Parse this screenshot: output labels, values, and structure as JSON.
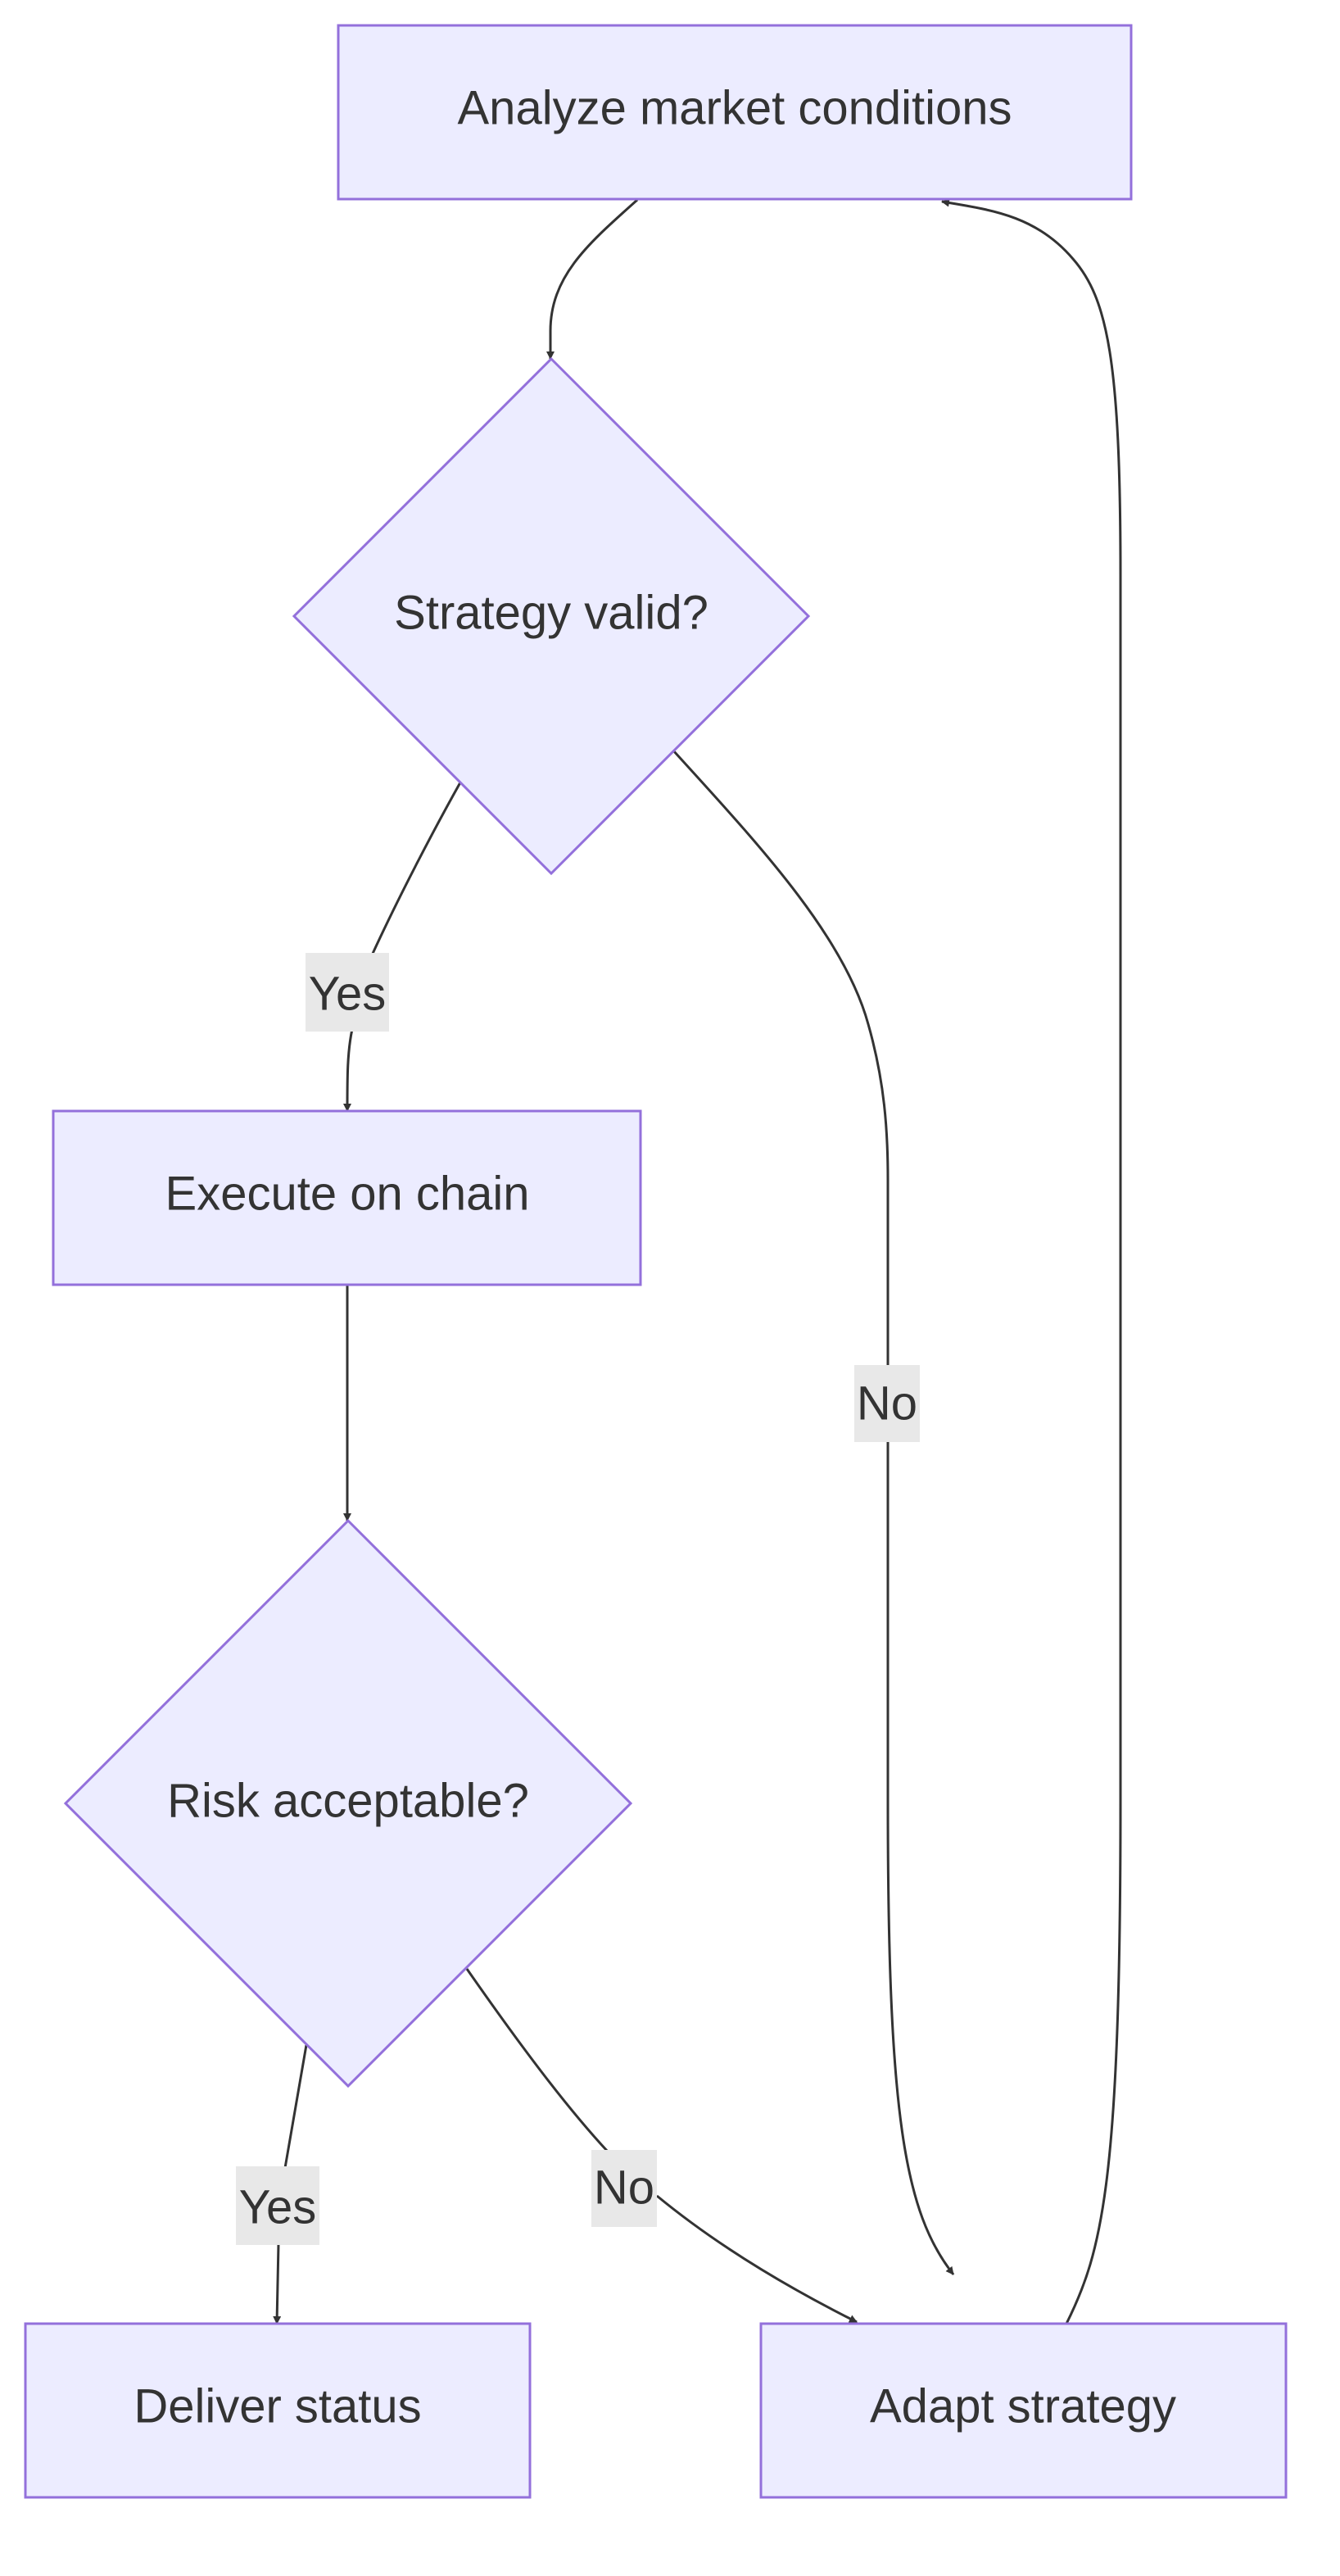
{
  "colors": {
    "node_fill": "#ececff",
    "node_stroke": "#9370db",
    "edge": "#333333",
    "label_bg": "#e8e8e8",
    "text": "#333333"
  },
  "nodes": {
    "analyze": {
      "label": "Analyze market conditions",
      "shape": "rectangle"
    },
    "strategy_valid": {
      "label": "Strategy valid?",
      "shape": "diamond"
    },
    "execute": {
      "label": "Execute on chain",
      "shape": "rectangle"
    },
    "risk_acceptable": {
      "label": "Risk acceptable?",
      "shape": "diamond"
    },
    "deliver": {
      "label": "Deliver status",
      "shape": "rectangle"
    },
    "adapt": {
      "label": "Adapt strategy",
      "shape": "rectangle"
    }
  },
  "edges": {
    "analyze_to_strategy": {
      "from": "Analyze market conditions",
      "to": "Strategy valid?",
      "label": ""
    },
    "strategy_yes": {
      "from": "Strategy valid?",
      "to": "Execute on chain",
      "label": "Yes"
    },
    "strategy_no": {
      "from": "Strategy valid?",
      "to": "Adapt strategy",
      "label": "No"
    },
    "execute_to_risk": {
      "from": "Execute on chain",
      "to": "Risk acceptable?",
      "label": ""
    },
    "risk_yes": {
      "from": "Risk acceptable?",
      "to": "Deliver status",
      "label": "Yes"
    },
    "risk_no": {
      "from": "Risk acceptable?",
      "to": "Adapt strategy",
      "label": "No"
    },
    "adapt_to_analyze": {
      "from": "Adapt strategy",
      "to": "Analyze market conditions",
      "label": ""
    }
  }
}
